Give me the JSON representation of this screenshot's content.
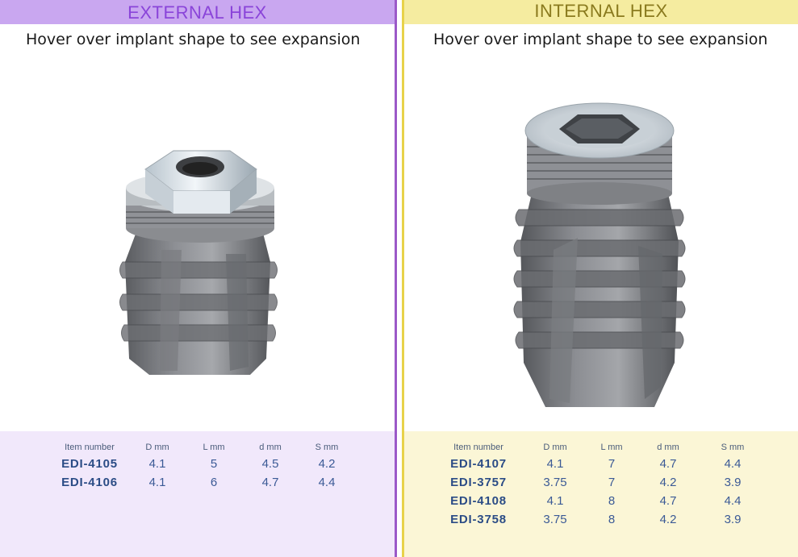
{
  "external": {
    "title": "EXTERNAL HEX",
    "hint": "Hover over implant shape to see expansion",
    "headers": [
      "Item number",
      "D mm",
      "L mm",
      "d mm",
      "S mm"
    ],
    "rows": [
      [
        "EDI-4105",
        "4.1",
        "5",
        "4.5",
        "4.2"
      ],
      [
        "EDI-4106",
        "4.1",
        "6",
        "4.7",
        "4.4"
      ]
    ]
  },
  "internal": {
    "title": "INTERNAL HEX",
    "hint": "Hover over implant shape to see expansion",
    "headers": [
      "Item number",
      "D mm",
      "L mm",
      "d mm",
      "S mm"
    ],
    "rows": [
      [
        "EDI-4107",
        "4.1",
        "7",
        "4.7",
        "4.4"
      ],
      [
        "EDI-3757",
        "3.75",
        "7",
        "4.2",
        "3.9"
      ],
      [
        "EDI-4108",
        "4.1",
        "8",
        "4.7",
        "4.4"
      ],
      [
        "EDI-3758",
        "3.75",
        "8",
        "4.2",
        "3.9"
      ]
    ]
  },
  "colors": {
    "external_accent": "#9b59c8",
    "internal_accent": "#e8d24a",
    "item_text": "#2b4c86"
  }
}
